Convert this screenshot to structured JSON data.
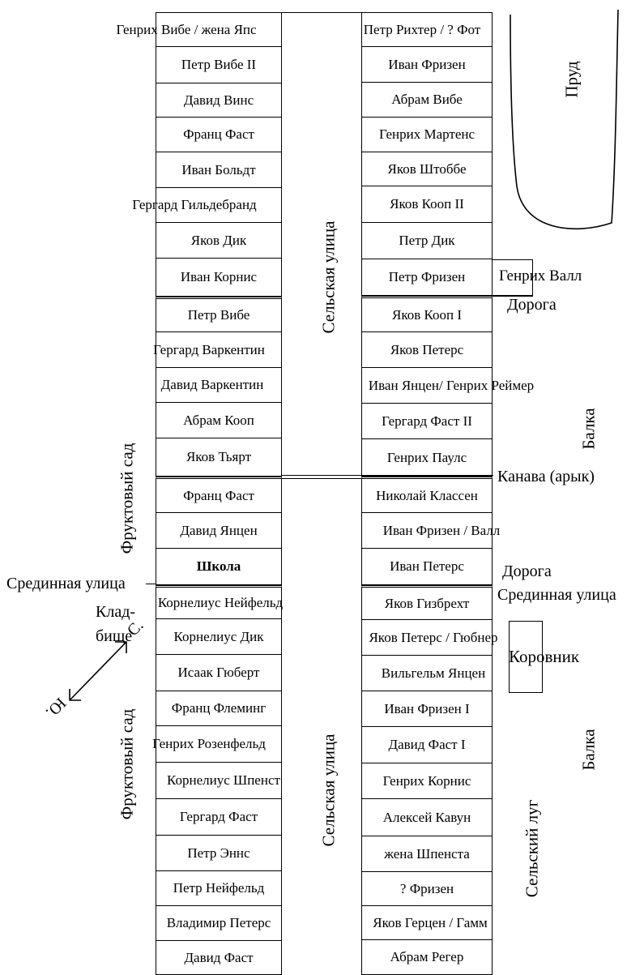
{
  "left_plots": [
    "Генрих Вибе / жена Япс",
    "Петр Вибе II",
    "Давид Винс",
    "Франц Фаст",
    "Иван Больдт",
    "Гергард Гильдебранд",
    "Яков Дик",
    "Иван Корнис",
    "Петр Вибе",
    "Гергард Варкентин",
    "Давид  Варкентин",
    "Абрам Кооп",
    "Яков Тьярт",
    "Франц Фаст",
    "Давид Янцен",
    "Школа",
    "Корнелиус Нейфельд",
    "Корнелиус Дик",
    "Исаак Гюберт",
    "Франц Флеминг",
    "Генрих Розенфельд",
    "Корнелиус Шпенст",
    "Гергард Фаст",
    "Петр Эннс",
    "Петр Нейфельд",
    "Владимир Петерс",
    "Давид Фаст"
  ],
  "right_plots": [
    "Петр  Рихтер / ? Фот",
    "Иван Фризен",
    "Абрам  Вибе",
    "Генрих Мартенс",
    "Яков Штоббе",
    "Яков Кооп II",
    "Петр Дик",
    "Петр Фризен",
    "Яков Кооп I",
    "Яков Петерс",
    "Иван Янцен/ Генрих Реймер",
    "Гергард Фаст II",
    "Генрих Паулс",
    "Николай Классен",
    "Иван Фризен / Валл",
    "Иван Петерс",
    "Яков Гизбрехт",
    "Яков Петерс / Гюбнер",
    "Вильгельм Янцен",
    "Иван Фризен I",
    "Давид Фаст I",
    "Генрих Корнис",
    "Алексей Кавун",
    "жена Шпенста",
    "? Фризен",
    "Яков Герцен / Гамм",
    "Абрам Регер"
  ],
  "labels": {
    "street_top": "Сельская улица",
    "street_bottom": "Сельская улица",
    "orchard_top": "Фруктовый сад",
    "orchard_bottom": "Фруктовый сад",
    "pond": "Пруд",
    "henrich_vall": "Генрих Валл",
    "road_1": "Дорога",
    "balka_1": "Балка",
    "kanava": "Канава (арык)",
    "road_2": "Дорога",
    "middle_street_left": "Срединная улица",
    "middle_street_right": "Срединная улица",
    "cemetery_1": "Клад-",
    "cemetery_2": "бище",
    "cowshed": "Коровник",
    "balka_2": "Балка",
    "village_meadow": "Сельский луг",
    "compass_north": "С.",
    "compass_south": "Ю."
  }
}
